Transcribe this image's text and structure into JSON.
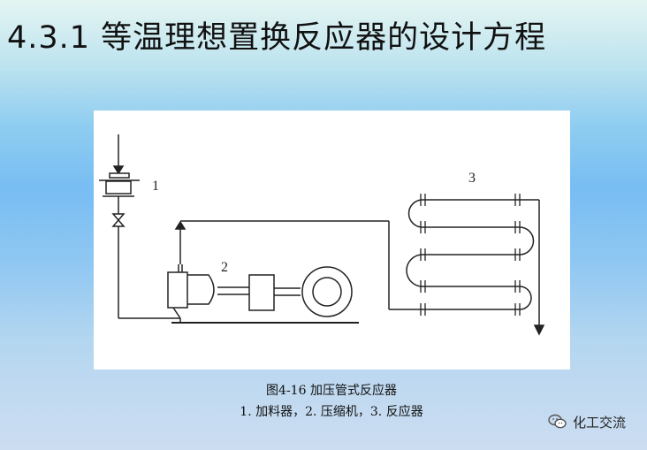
{
  "slide": {
    "title": "4.3.1 等温理想置换反应器的设计方程"
  },
  "figure": {
    "labels": {
      "feeder": "1",
      "compressor": "2",
      "reactor": "3"
    },
    "caption_title": "图4-16 加压管式反应器",
    "caption_legend": "1. 加料器，2. 压缩机，3. 反应器"
  },
  "watermark": {
    "text": "化工交流",
    "icon": "wechat-chat-icon"
  }
}
